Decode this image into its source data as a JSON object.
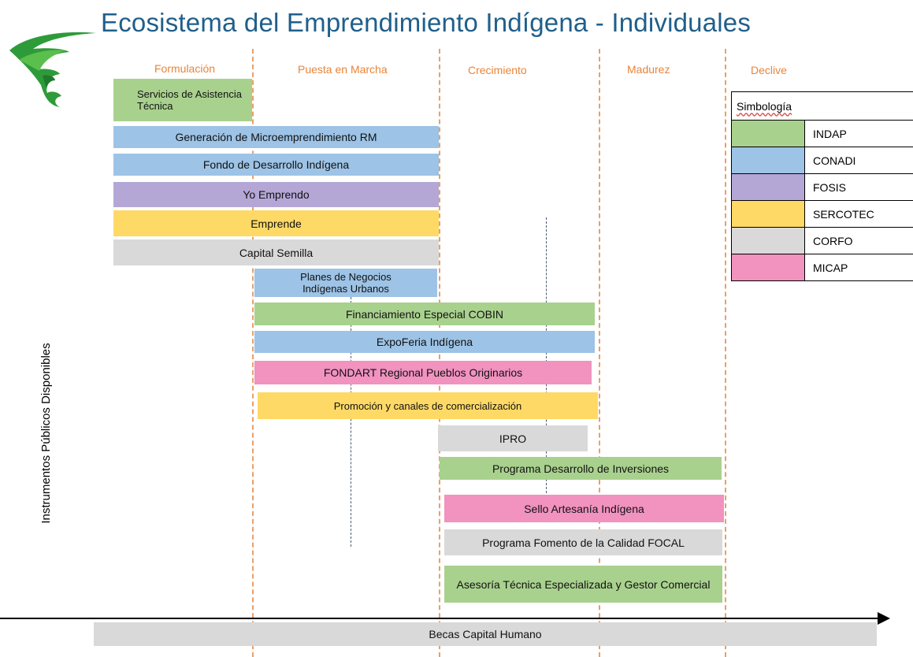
{
  "title": "Ecosistema del Emprendimiento Indígena - Individuales",
  "logo_icon": "green-swirl-logo",
  "stages": [
    "Formulación",
    "Puesta en Marcha",
    "Crecimiento",
    "Madurez",
    "Declive"
  ],
  "y_axis_label": "Instrumentos Públicos Disponibles",
  "instruments": [
    {
      "label": "Servicios de Asistencia Técnica",
      "agency": "INDAP"
    },
    {
      "label": "Generación de Microemprendimiento RM",
      "agency": "CONADI"
    },
    {
      "label": "Fondo de Desarrollo Indígena",
      "agency": "CONADI"
    },
    {
      "label": "Yo Emprendo",
      "agency": "FOSIS"
    },
    {
      "label": "Emprende",
      "agency": "SERCOTEC"
    },
    {
      "label": "Capital Semilla",
      "agency": "CORFO"
    },
    {
      "label": "Planes de Negocios Indígenas Urbanos",
      "agency": "CONADI"
    },
    {
      "label": "Financiamiento Especial COBIN",
      "agency": "INDAP"
    },
    {
      "label": "ExpoFeria Indígena",
      "agency": "CONADI"
    },
    {
      "label": "FONDART Regional Pueblos Originarios",
      "agency": "MICAP"
    },
    {
      "label": "Promoción y canales de comercialización",
      "agency": "SERCOTEC"
    },
    {
      "label": "IPRO",
      "agency": "CORFO"
    },
    {
      "label": "Programa Desarrollo de Inversiones",
      "agency": "INDAP"
    },
    {
      "label": "Sello Artesanía Indígena",
      "agency": "MICAP"
    },
    {
      "label": "Programa Fomento de la Calidad FOCAL",
      "agency": "CORFO"
    },
    {
      "label": "Asesoría Técnica Especializada y Gestor Comercial",
      "agency": "INDAP"
    },
    {
      "label": "Becas Capital Humano",
      "agency": "CORFO"
    }
  ],
  "legend": {
    "title": "Simbología",
    "items": [
      {
        "label": "INDAP",
        "color": "#a9d18e"
      },
      {
        "label": "CONADI",
        "color": "#9dc3e6"
      },
      {
        "label": "FOSIS",
        "color": "#b4a7d6"
      },
      {
        "label": "SERCOTEC",
        "color": "#ffd966"
      },
      {
        "label": "CORFO",
        "color": "#d9d9d9"
      },
      {
        "label": "MICAP",
        "color": "#f192bf"
      }
    ]
  }
}
